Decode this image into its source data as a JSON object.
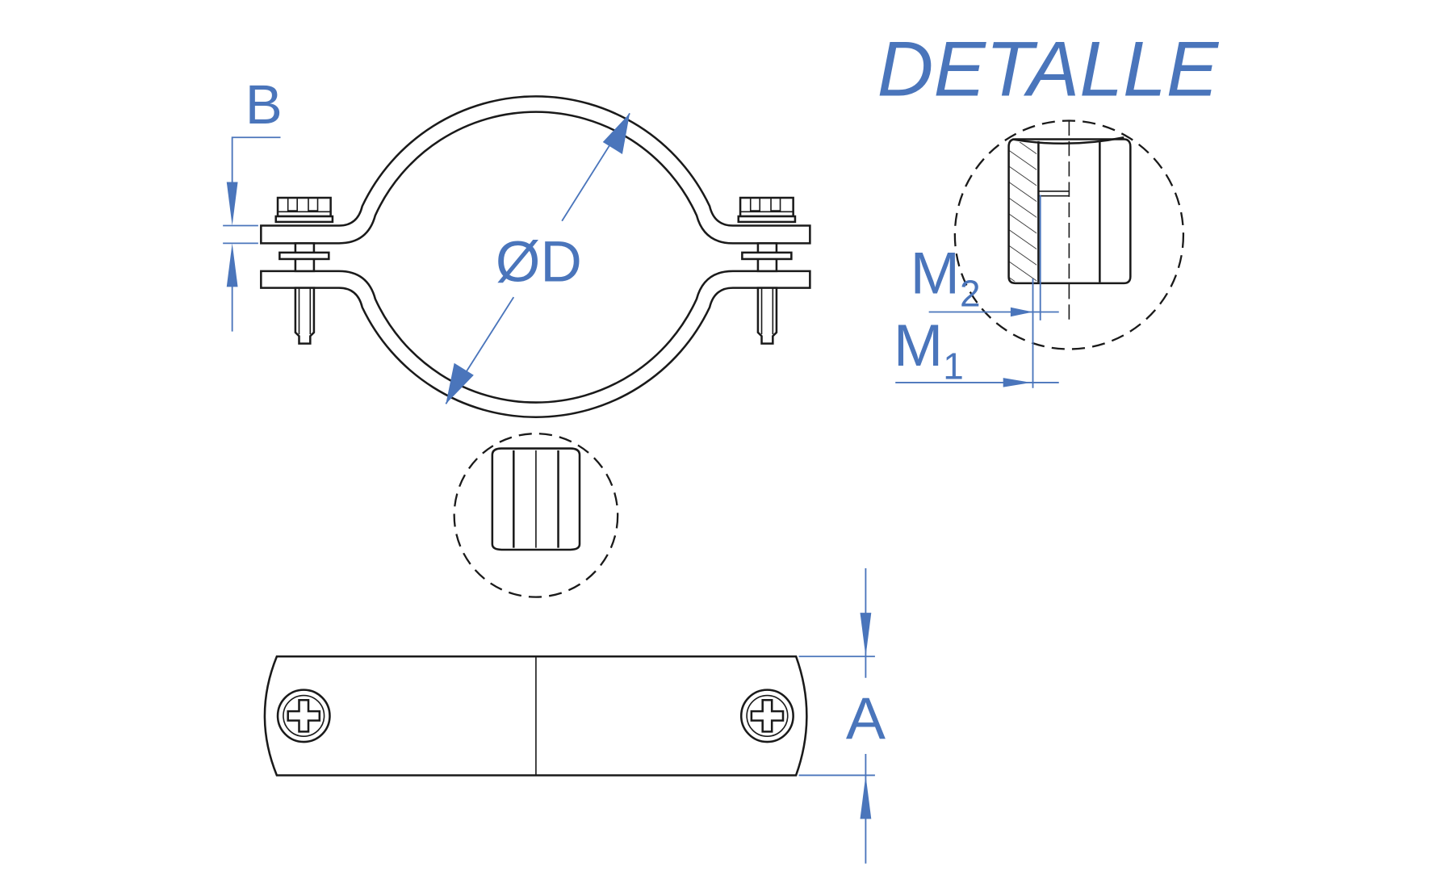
{
  "title": "DETALLE",
  "labels": {
    "diameter": "ØD",
    "band_thickness": "B",
    "band_width": "A",
    "thread_outer": "M",
    "thread_outer_sub": "1",
    "thread_inner": "M",
    "thread_inner_sub": "2"
  },
  "colors": {
    "dimension": "#4a75bb",
    "outline": "#1a1a1a"
  }
}
